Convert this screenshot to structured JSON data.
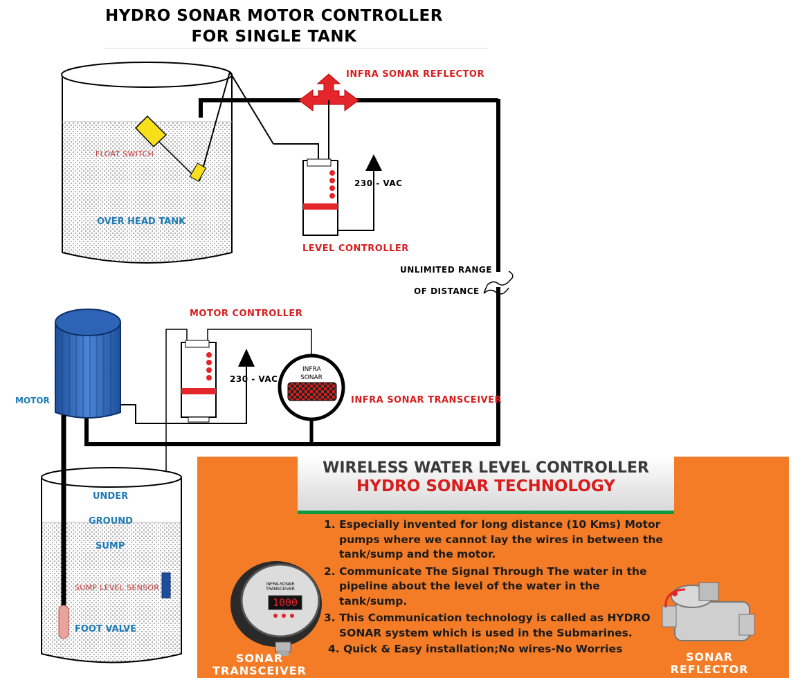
{
  "title": {
    "line1": "HYDRO SONAR MOTOR CONTROLLER",
    "line2": "FOR SINGLE TANK"
  },
  "labels": {
    "infra_sonar_reflector": "INFRA SONAR REFLECTOR",
    "float_switch": "FLOAT SWITCH",
    "over_head_tank": "OVER HEAD TANK",
    "voltage_top": "230 - VAC",
    "level_controller": "LEVEL CONTROLLER",
    "unlimited_range": "UNLIMITED RANGE",
    "of_distance": "OF DISTANCE",
    "motor_controller": "MOTOR CONTROLLER",
    "voltage_bottom": "230 - VAC",
    "infra": "INFRA",
    "sonar": "SONAR",
    "infra_sonar_transceiver": "INFRA SONAR TRANSCEIVER",
    "motor": "MOTOR",
    "under": "UNDER",
    "ground": "GROUND",
    "sump": "SUMP",
    "sump_level_sensor": "SUMP LEVEL SENSOR",
    "foot_valve": "FOOT VALVE"
  },
  "panel": {
    "heading1": "WIRELESS WATER LEVEL CONTROLLER",
    "heading2": "HYDRO SONAR TECHNOLOGY",
    "points": [
      "1. Especially invented for long distance (10 Kms) Motor pumps where we cannot lay the wires in between the tank/sump and the motor.",
      "2. Communicate The Signal Through The water  in the pipeline about the level of the water in the tank/sump.",
      "3. This Communication technology is called as HYDRO SONAR system which is used in the Submarines.",
      "4. Quick & Easy installation;No wires-No Worries"
    ],
    "caption_left_1": "SONAR",
    "caption_left_2": "TRANSCEIVER",
    "caption_right_1": "SONAR",
    "caption_right_2": "REFLECTOR",
    "device_label_1": "INFRA-SONAR",
    "device_label_2": "TRANSCEIVER",
    "device_display": "1000"
  },
  "colors": {
    "accent_red": "#d81d1d",
    "panel_orange": "#f57c27",
    "label_blue": "#1e7ab6",
    "panel_green_rule": "#0b9b3f"
  }
}
